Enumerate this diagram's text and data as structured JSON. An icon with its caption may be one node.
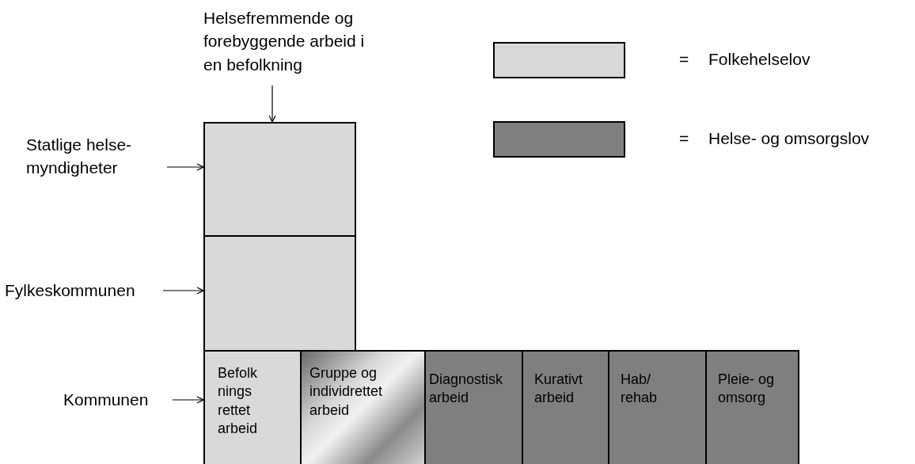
{
  "diagram": {
    "nodes": [
      {
        "text": [
          "Helsefremmende og forebyggende arbeid i en befolkning"
        ]
      },
      {
        "text": [
          "Statlige helse- myndigheter"
        ]
      },
      {
        "text": [],
        "shape": "box"
      },
      {
        "text": [
          "Fylkeskommunen"
        ]
      },
      {
        "text": [],
        "shape": "box"
      },
      {
        "text": [
          "Kommunen"
        ]
      },
      {
        "text": [
          "Befolk nings rettet arbeid"
        ]
      },
      {
        "text": [
          "Gruppe og individrettet arbeid"
        ]
      },
      {
        "text": [
          "Diagnostisk arbeid"
        ]
      },
      {
        "text": [
          "Kurativt arbeid"
        ]
      },
      {
        "text": [
          "Hab/ rehab"
        ]
      },
      {
        "text": [
          "Pleie- og omsorg"
        ]
      }
    ],
    "edges": [
      {
        "from": 0,
        "to": 2,
        "arrow": "to"
      },
      {
        "from": 1,
        "to": 2,
        "arrow": "to"
      },
      {
        "from": 3,
        "to": 4,
        "arrow": "to"
      },
      {
        "from": 5,
        "to": 6,
        "arrow": "to"
      }
    ],
    "labels": [
      "=",
      "="
    ],
    "legend": [
      {
        "text": "Folkehelselov",
        "color": "#d9d9d9"
      },
      {
        "text": "Helse- og omsorgslov",
        "color": "#7f7f7f"
      }
    ]
  }
}
